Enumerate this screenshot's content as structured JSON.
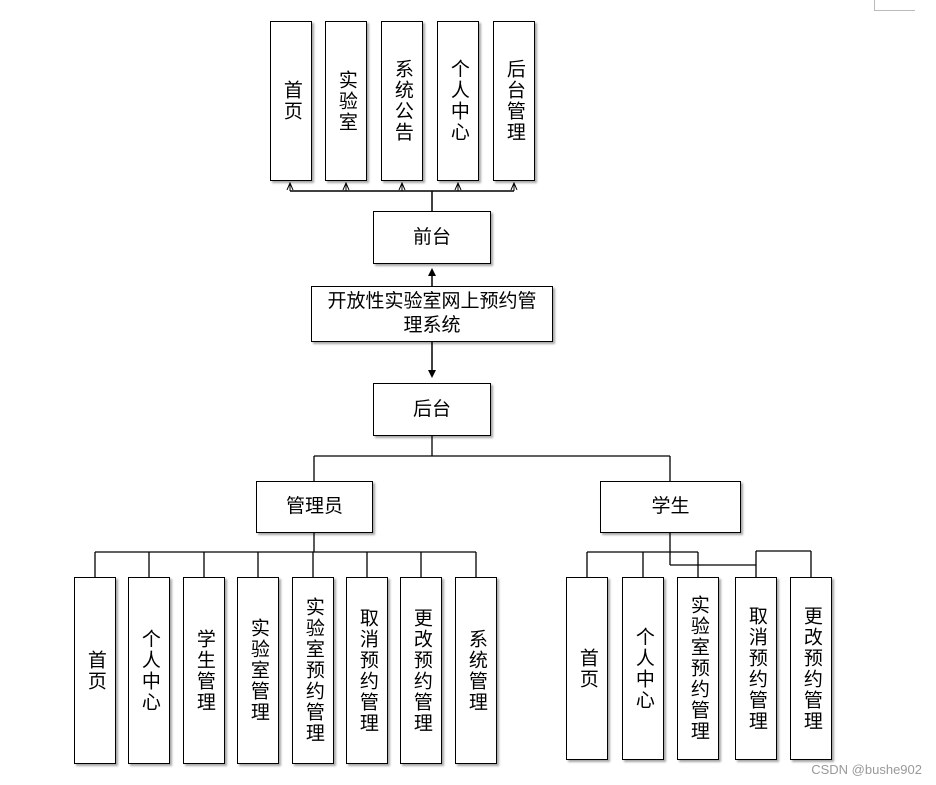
{
  "diagram": {
    "root": "开放性实验室网上预约管理系统",
    "frontend": {
      "label": "前台",
      "children": [
        "首页",
        "实验室",
        "系统公告",
        "个人中心",
        "后台管理"
      ]
    },
    "backend": {
      "label": "后台",
      "admin": {
        "label": "管理员",
        "children": [
          "首页",
          "个人中心",
          "学生管理",
          "实验室管理",
          "实验室预约管理",
          "取消预约管理",
          "更改预约管理",
          "系统管理"
        ]
      },
      "student": {
        "label": "学生",
        "children": [
          "首页",
          "个人中心",
          "实验室预约管理",
          "取消预约管理",
          "更改预约管理"
        ]
      }
    }
  },
  "watermark": "CSDN @bushe902"
}
